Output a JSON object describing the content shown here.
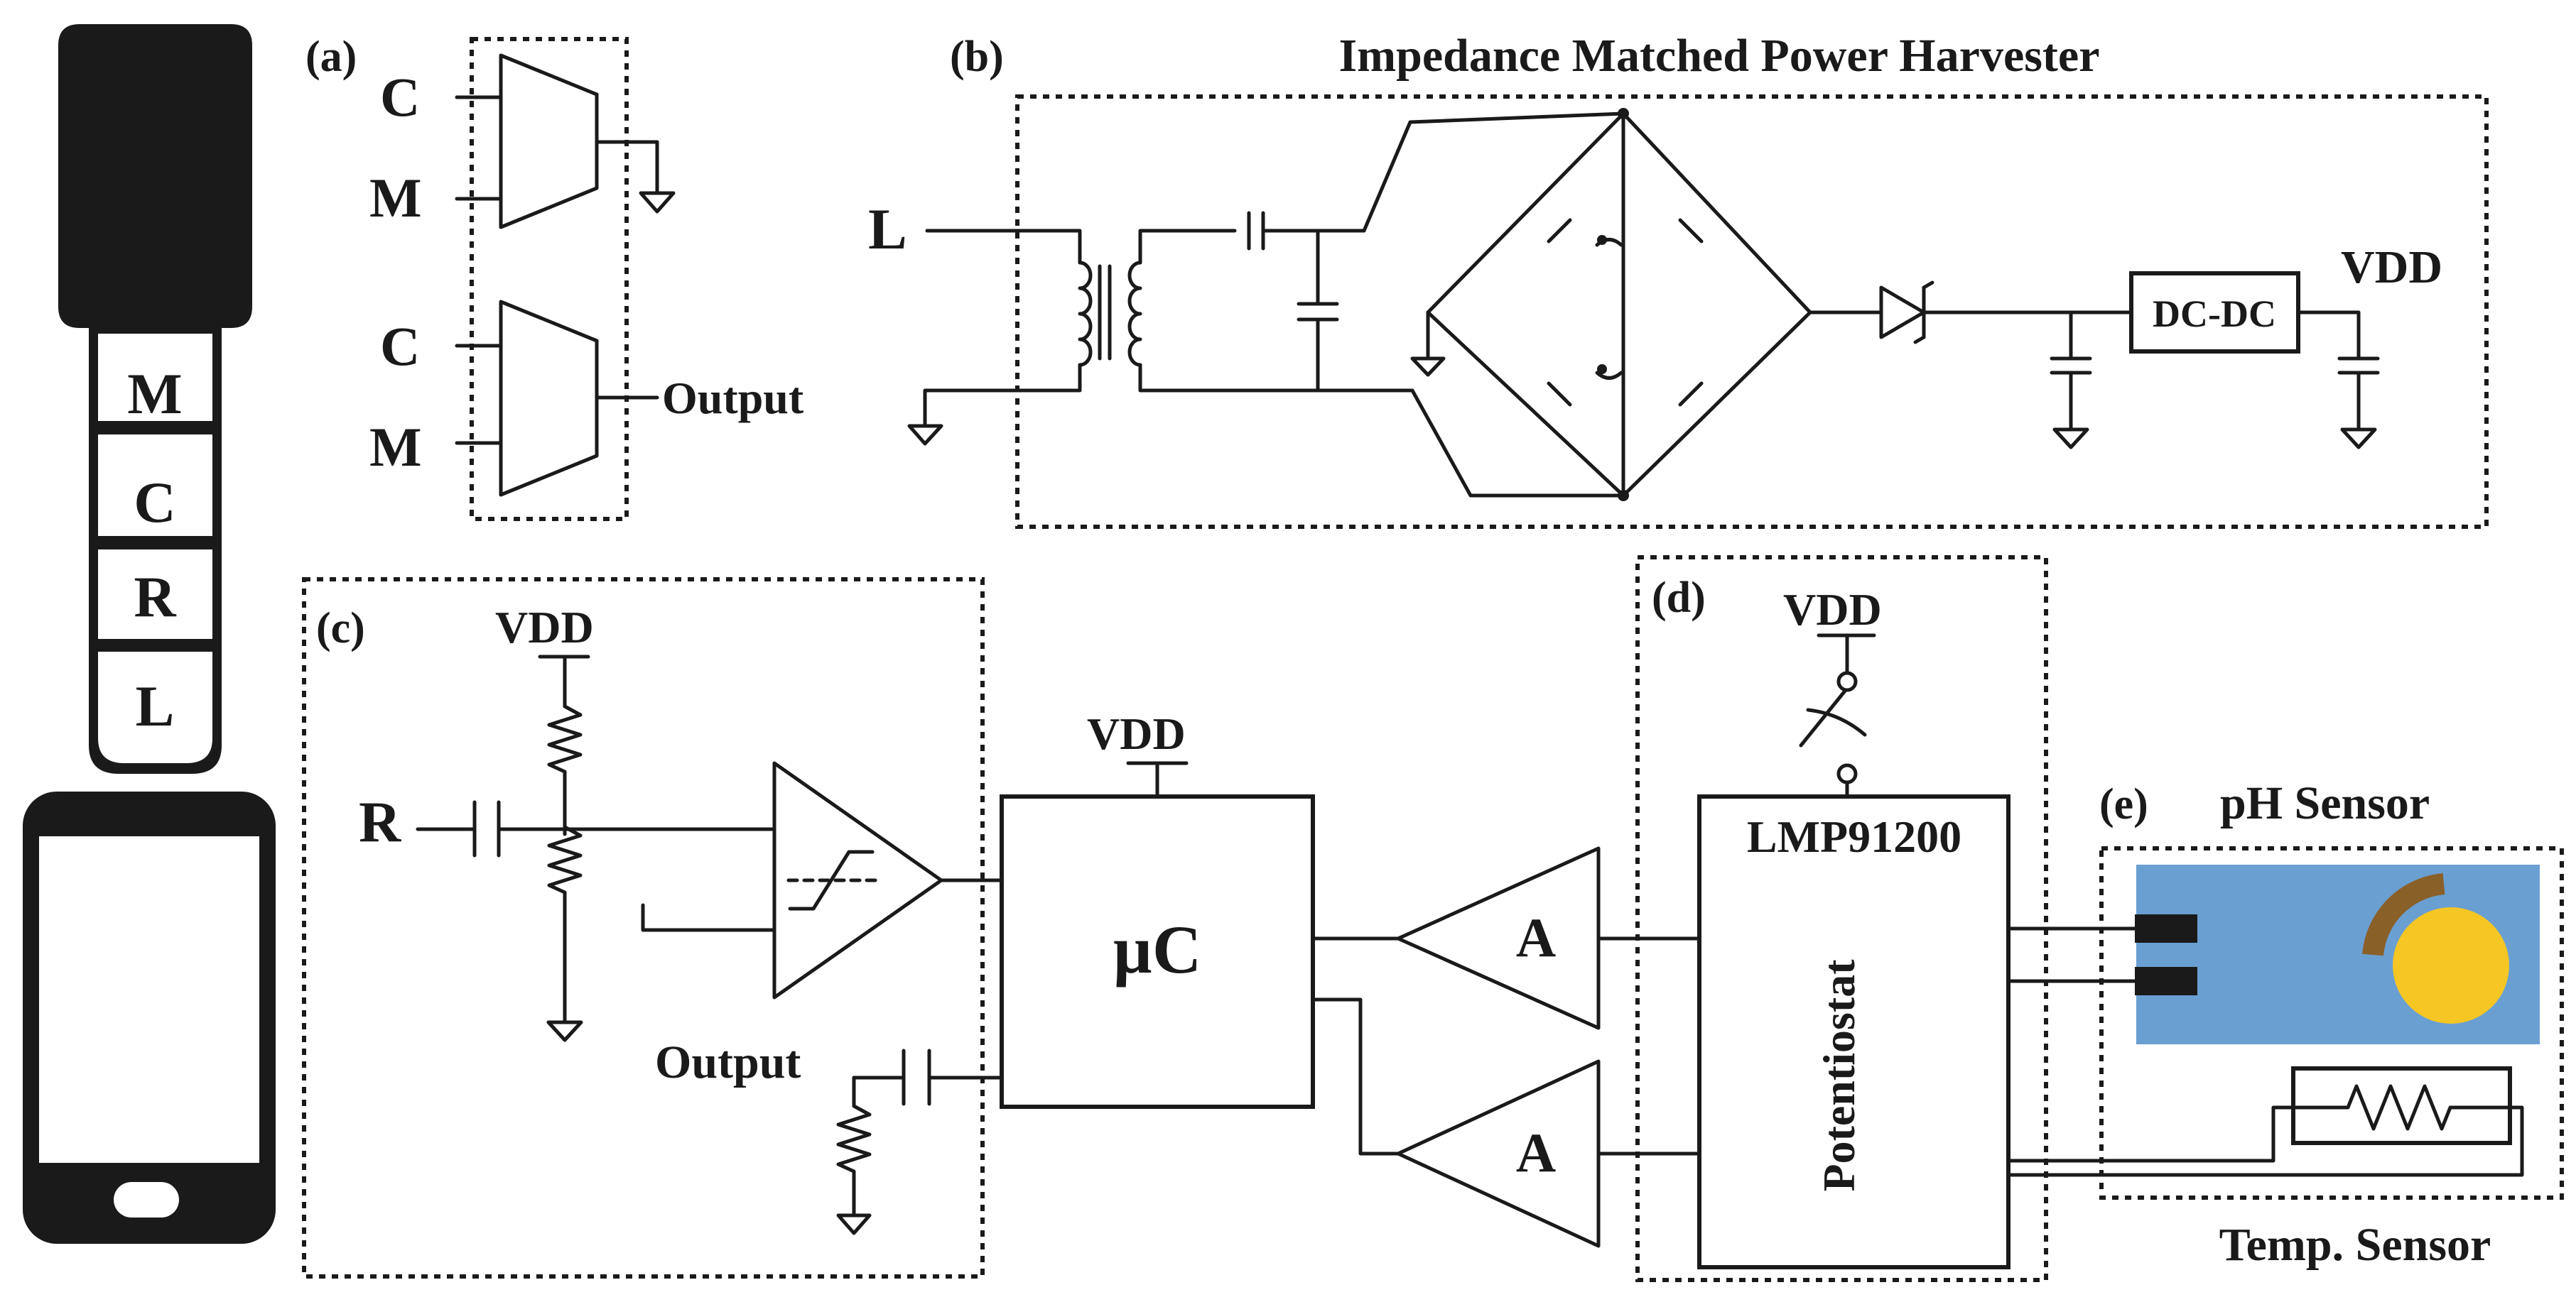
{
  "dongle_labels": [
    "M",
    "C",
    "R",
    "L"
  ],
  "section_a": {
    "tag": "(a)",
    "mux1_inputs": [
      "C",
      "M"
    ],
    "mux2_inputs": [
      "C",
      "M"
    ],
    "mux2_output": "Output"
  },
  "section_b": {
    "tag": "(b)",
    "title": "Impedance Matched Power Harvester",
    "input": "L",
    "converter": "DC-DC",
    "rail": "VDD"
  },
  "section_c": {
    "tag": "(c)",
    "input": "R",
    "rail": "VDD",
    "output": "Output"
  },
  "microcontroller": {
    "label": "µC",
    "rail": "VDD"
  },
  "amplifiers": [
    "A",
    "A"
  ],
  "section_d": {
    "tag": "(d)",
    "rail": "VDD",
    "chip": "LMP91200",
    "function": "Potentiostat"
  },
  "section_e": {
    "tag": "(e)",
    "title": "pH Sensor",
    "temp_label": "Temp. Sensor"
  },
  "colors": {
    "ph_sensor_bg": "#6a9fd2",
    "ph_electrode": "#f6c624",
    "ph_arc": "#8a6029",
    "ink": "#1a1a1a"
  }
}
